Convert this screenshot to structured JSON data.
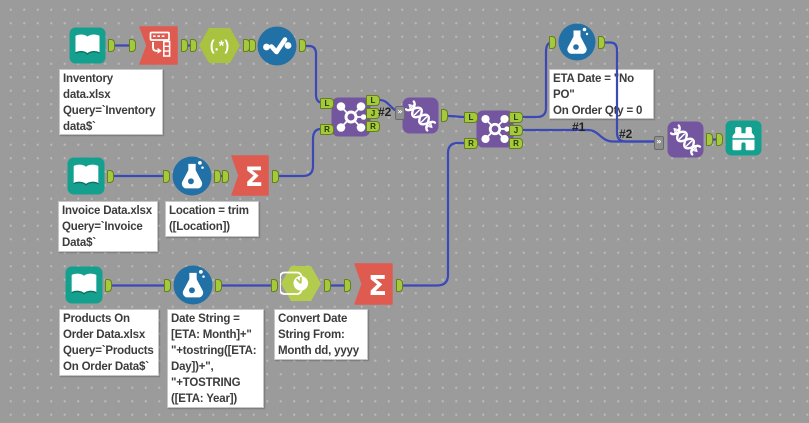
{
  "canvas": {
    "background": "#9b9b9b",
    "dot_color": "#b6b6b6",
    "wire_color": "#3A49B5",
    "anchor_color": "#A4C93C",
    "tool_colors": {
      "input_teal": "#14A08F",
      "transform_coral": "#DF5B50",
      "parse_green": "#A9C23F",
      "prep_blue": "#2171A6",
      "join_purple": "#7456A0",
      "browse_teal": "#14A08F"
    }
  },
  "annotations": {
    "inventory": "Inventory\ndata.xlsx\nQuery=`Inventory\ndata$`",
    "invoice": "Invoice Data.xlsx\nQuery=`Invoice\nData$`",
    "location": "Location = trim\n([Location])",
    "products": "Products On\nOrder Data.xlsx\nQuery=`Products\nOn Order Data$`",
    "datestring": "Date String =\n[ETA: Month]+\"\n\"+tostring([ETA:\nDay])+\",\n\"+TOSTRING\n([ETA: Year])",
    "convertdate": "Convert Date\nString From:\nMonth dd, yyyy",
    "eta": "ETA Date = \"No\nPO\"\nOn Order Qty = 0"
  },
  "connection_labels": {
    "join1_to_union1": "#2",
    "join2_to_union2": "#1",
    "formula_to_union2": "#2"
  },
  "anchor_labels": {
    "left": "L",
    "join": "J",
    "right": "R"
  },
  "glyphs": {
    "regex": "(.*)",
    "sigma": "Σ",
    "multi_in": "»"
  }
}
